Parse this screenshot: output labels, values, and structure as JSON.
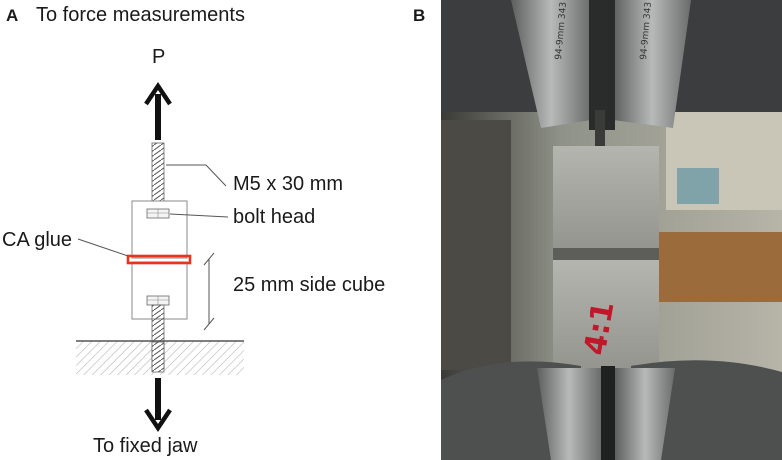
{
  "panel_a": {
    "letter": "A",
    "title": "To force measurements",
    "force_label": "P",
    "bolt_label": "M5 x 30 mm",
    "bolt_head_label": "bolt head",
    "glue_label": "CA glue",
    "cube_label": "25 mm side cube",
    "bottom_label": "To fixed jaw"
  },
  "panel_b": {
    "letter": "B",
    "specimen_marking": "4:1",
    "jaw_engraving": "94-9mm 343"
  },
  "colors": {
    "glue": "#e8341c",
    "marking": "#c0182a",
    "concrete": "#a9a9a4",
    "jaw_steel": "#9a9c9c"
  }
}
